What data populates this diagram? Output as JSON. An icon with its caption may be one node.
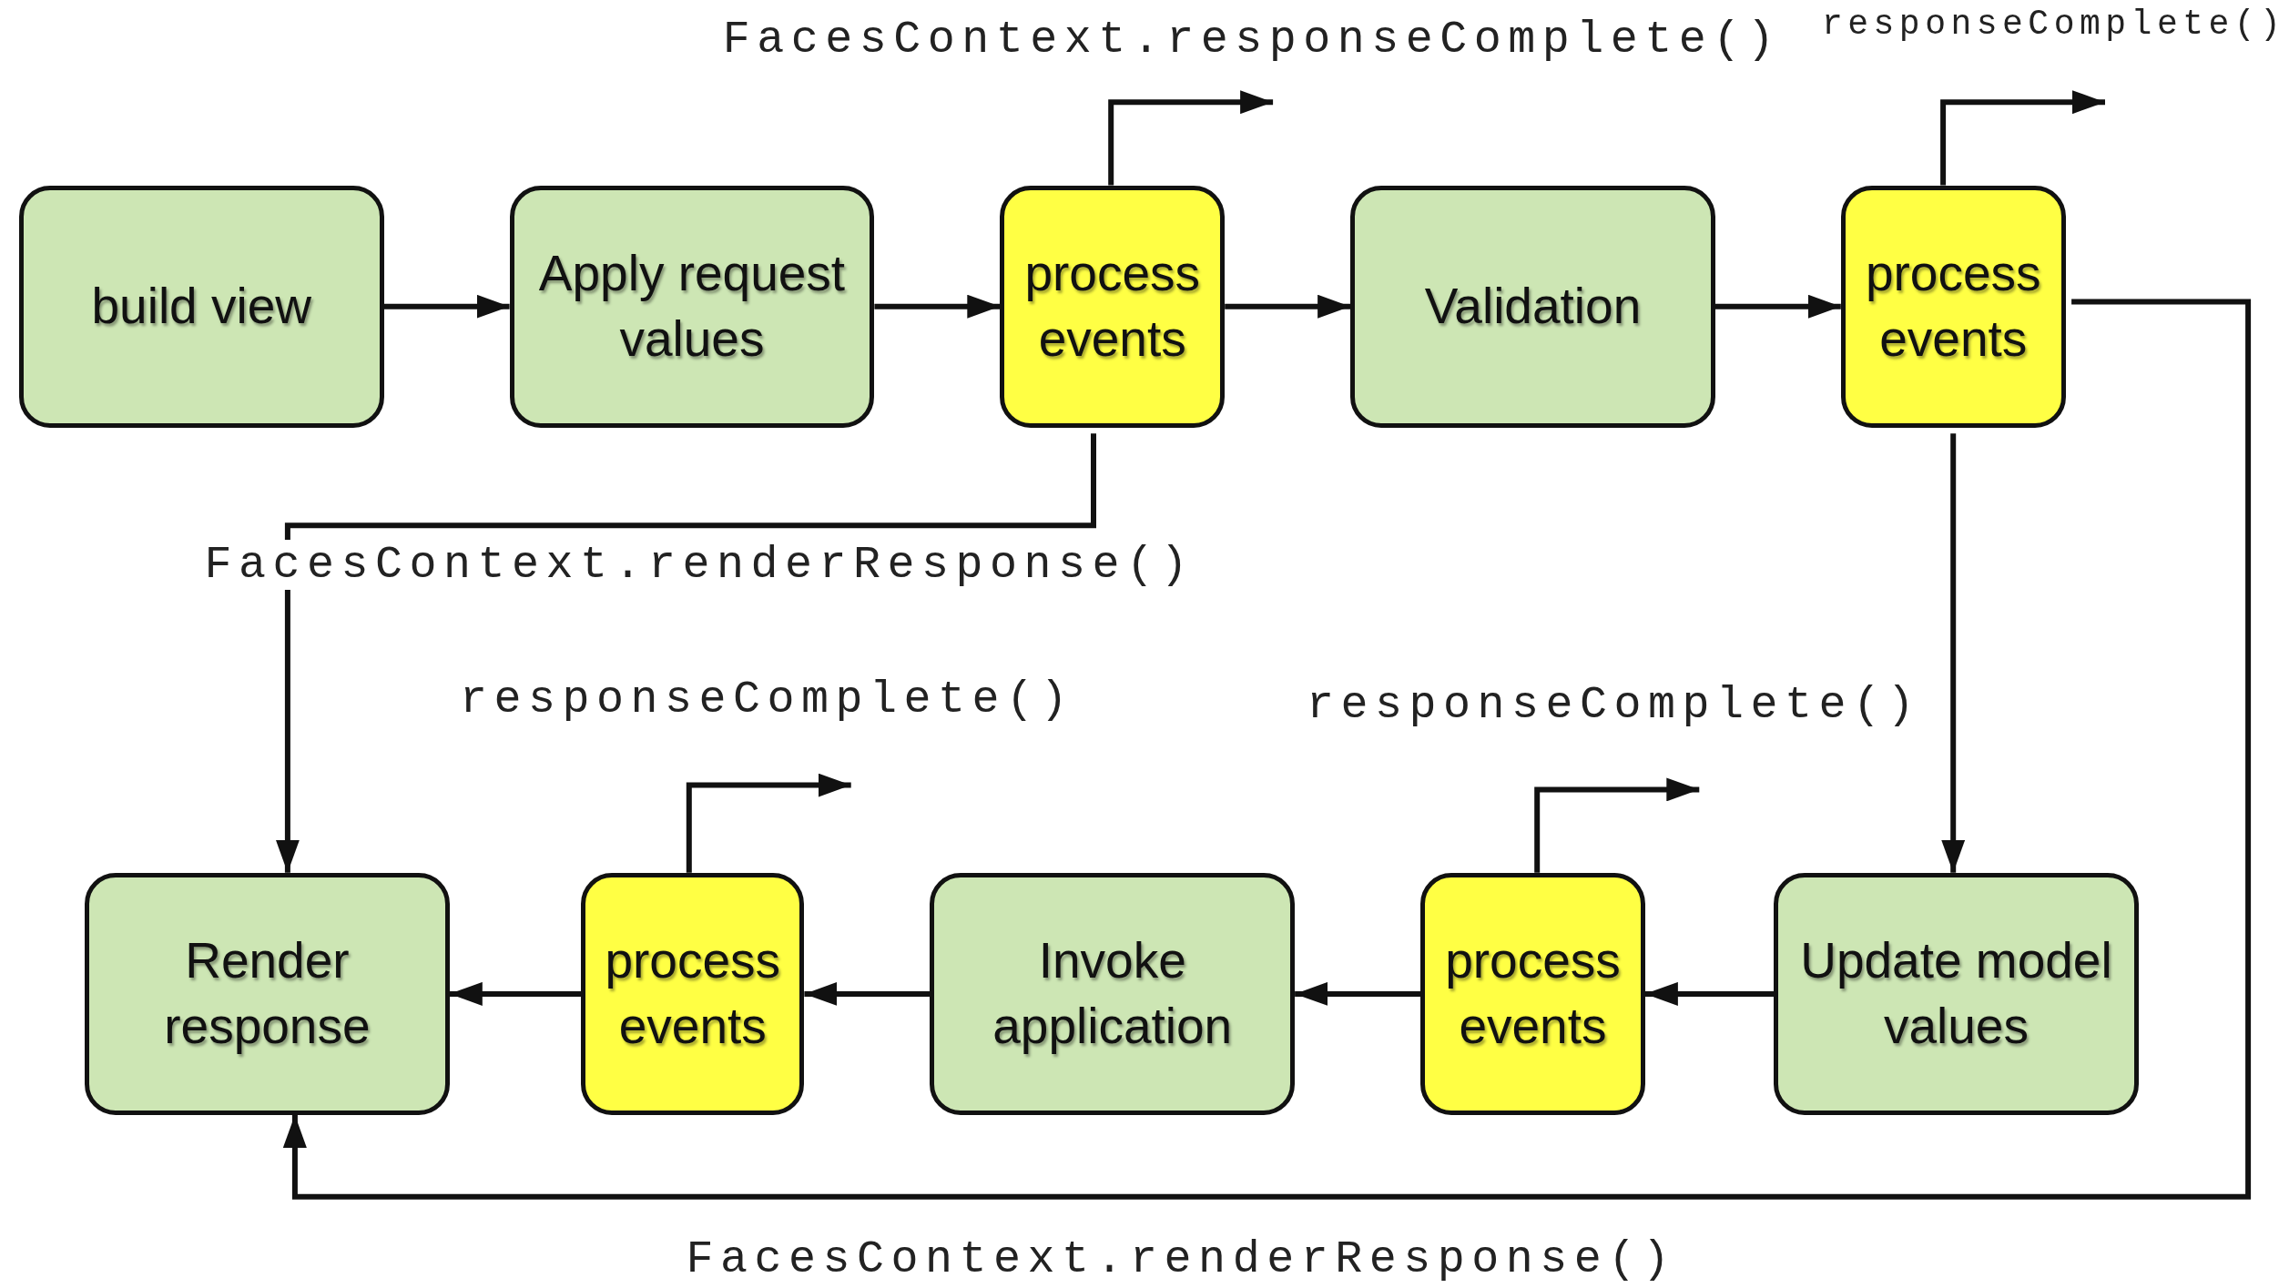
{
  "diagram": {
    "nodes": [
      {
        "text": [
          "build view"
        ]
      },
      {
        "text": [
          "Apply request values"
        ]
      },
      {
        "text": [
          "process events"
        ]
      },
      {
        "text": [
          "Validation"
        ]
      },
      {
        "text": [
          "process events"
        ]
      },
      {
        "text": [
          "Render response"
        ]
      },
      {
        "text": [
          "process events"
        ]
      },
      {
        "text": [
          "Invoke application"
        ]
      },
      {
        "text": [
          "process events"
        ]
      },
      {
        "text": [
          "Update model values"
        ]
      }
    ],
    "edges": [
      {
        "from": 0,
        "to": 1,
        "arrow": "to"
      },
      {
        "from": 1,
        "to": 2,
        "arrow": "to"
      },
      {
        "from": 2,
        "to": 3,
        "arrow": "to"
      },
      {
        "from": 3,
        "to": 4,
        "arrow": "to"
      },
      {
        "from": 4,
        "to": 9,
        "arrow": "to"
      },
      {
        "from": 9,
        "to": 8,
        "arrow": "to"
      },
      {
        "from": 8,
        "to": 7,
        "arrow": "to"
      },
      {
        "from": 7,
        "to": 6,
        "arrow": "to"
      },
      {
        "from": 6,
        "to": 5,
        "arrow": "to"
      },
      {
        "from": 2,
        "to": 5,
        "arrow": "to",
        "label": "FacesContext.renderResponse()"
      },
      {
        "from": 4,
        "to": 5,
        "arrow": "to",
        "label": "FacesContext.renderResponse()"
      },
      {
        "from": 2,
        "to": null,
        "arrow": "to",
        "label": "FacesContext.responseComplete()"
      },
      {
        "from": 4,
        "to": null,
        "arrow": "to",
        "label": "responseComplete()"
      },
      {
        "from": 6,
        "to": null,
        "arrow": "to",
        "label": "responseComplete()"
      },
      {
        "from": 8,
        "to": null,
        "arrow": "to",
        "label": "responseComplete()"
      }
    ]
  }
}
